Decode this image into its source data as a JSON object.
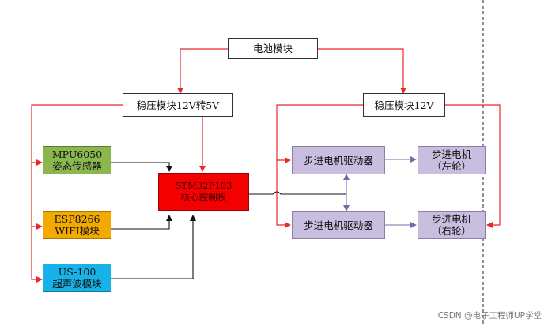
{
  "blocks": {
    "battery": "电池模块",
    "reg_5v": "稳压模块12V转5V",
    "reg_12v": "稳压模块12V",
    "mpu": {
      "line1": "MPU6050",
      "line2": "姿态传感器"
    },
    "esp": {
      "line1": "ESP8266",
      "line2": "WIFI模块"
    },
    "us": {
      "line1": "US-100",
      "line2": "超声波模块"
    },
    "mcu": {
      "line1": "STM32F103",
      "line2": "核心控制板"
    },
    "driver_top": "步进电机驱动器",
    "driver_bottom": "步进电机驱动器",
    "motor_left": {
      "line1": "步进电机",
      "line2": "（左轮）"
    },
    "motor_right": {
      "line1": "步进电机",
      "line2": "（右轮）"
    }
  },
  "watermark": "CSDN @电子工程师UP学堂",
  "colors": {
    "power_line": "#e8282b",
    "signal_line": "#111111",
    "driver_arrow": "#7a6aa8",
    "sensor_green": "#8cb74f",
    "wifi_orange": "#f2a900",
    "ultrasonic_blue": "#17b3e8",
    "mcu_red": "#f30000",
    "driver_lilac": "#c9bedf"
  }
}
